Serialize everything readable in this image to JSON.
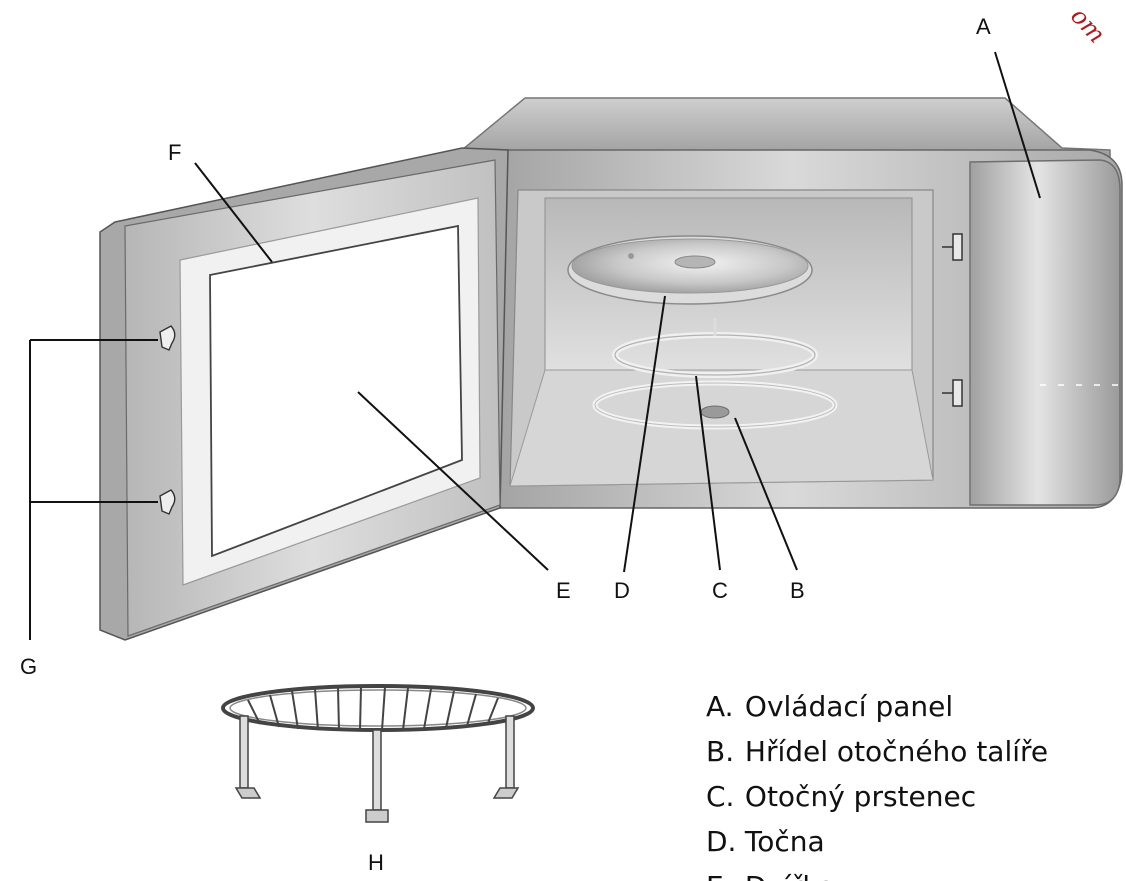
{
  "callouts": {
    "a": "A",
    "b": "B",
    "c": "C",
    "d": "D",
    "e": "E",
    "f": "F",
    "g": "G",
    "h": "H"
  },
  "legend": [
    {
      "key": "A.",
      "text": "Ovládací panel"
    },
    {
      "key": "B.",
      "text": "Hřídel otočného talíře"
    },
    {
      "key": "C.",
      "text": "Otočný prstenec"
    },
    {
      "key": "D.",
      "text": "Točna"
    },
    {
      "key": "E.",
      "text": "Dvířka"
    }
  ],
  "watermark": "om",
  "colors": {
    "body_light": "#e6e6e6",
    "body_mid": "#bdbdbd",
    "body_dark": "#8a8a8a",
    "outline": "#555555",
    "watermark": "#b4181b"
  }
}
